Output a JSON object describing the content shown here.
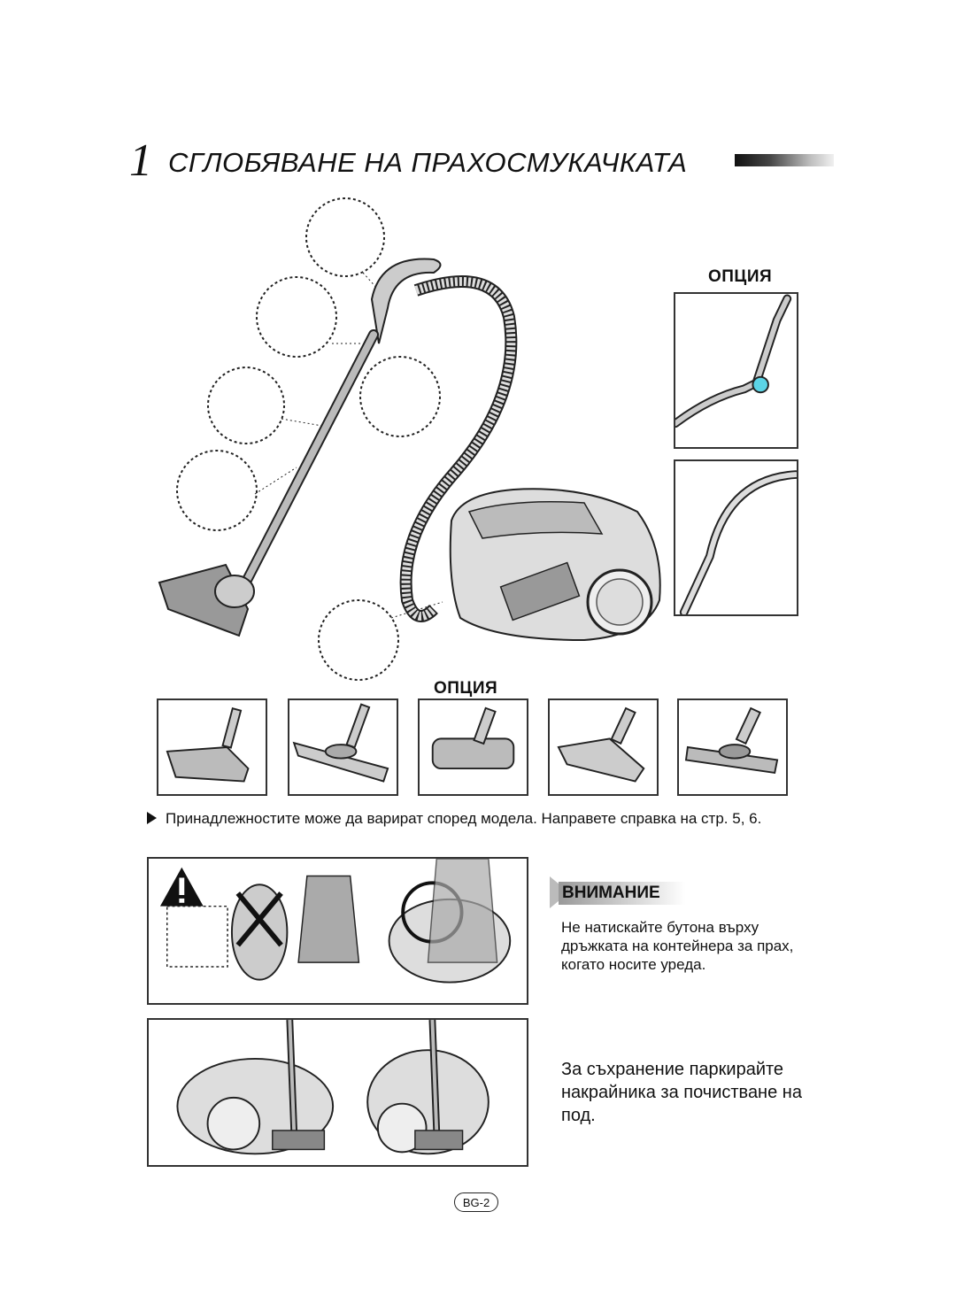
{
  "title": {
    "number": "1",
    "text": "СГЛОБЯВАНЕ НА ПРАХОСМУКАЧКАТА"
  },
  "option_top": "ОПЦИЯ",
  "option_bottom": "ОПЦИЯ",
  "accessories_note": "Принадлежностите може да варират според модела. Направете справка на стр. 5, 6.",
  "caution": {
    "heading": "ВНИМАНИЕ",
    "text": "Не натискайте бутона върху дръжката на контейнера за прах, когато носите уреда."
  },
  "storage_text": "За съхранение паркирайте накрайника за почистване на под.",
  "page_number": "BG-2"
}
